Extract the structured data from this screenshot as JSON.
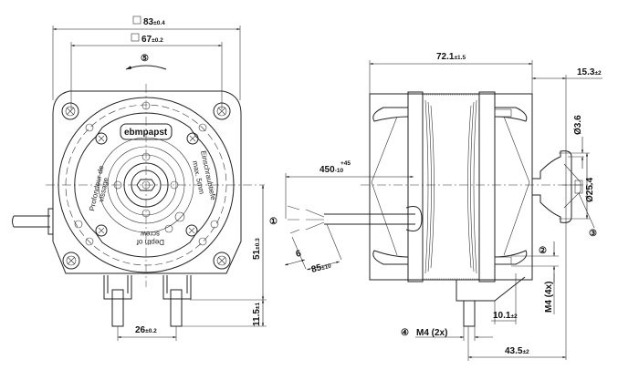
{
  "brand": "ebmpapst",
  "front_view": {
    "dim_outer": {
      "main": "83",
      "tol": "±0.4"
    },
    "dim_inner": {
      "main": "67",
      "tol": "±0.2"
    },
    "dim_height": {
      "main": "51",
      "tol": "±0.3"
    },
    "dim_stud": {
      "main": "11.5",
      "tol": "±1"
    },
    "dim_spacing": {
      "main": "26",
      "tol": "±0.2"
    },
    "callout_rotation": "⑤",
    "label_fr_1": "Profondeur de",
    "label_fr_2": "vissage",
    "label_de_1": "Einschraubtiefe",
    "label_de_2": "max. 5mm",
    "label_en_1": "Depth of",
    "label_en_2": "screw"
  },
  "side_view": {
    "dim_length": {
      "main": "72.1",
      "tol": "±1.5"
    },
    "dim_hub": {
      "main": "15.3",
      "tol": "±2"
    },
    "dim_cable": {
      "main": "450",
      "tol_up": "+45",
      "tol_down": "-10"
    },
    "dim_strip": "6",
    "dim_lead": {
      "main": "85",
      "tol": "±10"
    },
    "dim_bore": "Ø3.6",
    "dim_hub_dia": "Ø25.4",
    "dim_foot": {
      "main": "10.1",
      "tol": "±2"
    },
    "dim_mount": {
      "main": "43.5",
      "tol": "±2"
    },
    "thread_4x": "M4 (4x)",
    "thread_2x": "M4 (2x)",
    "callout_1": "①",
    "callout_2": "②",
    "callout_3": "③",
    "callout_4": "④"
  }
}
